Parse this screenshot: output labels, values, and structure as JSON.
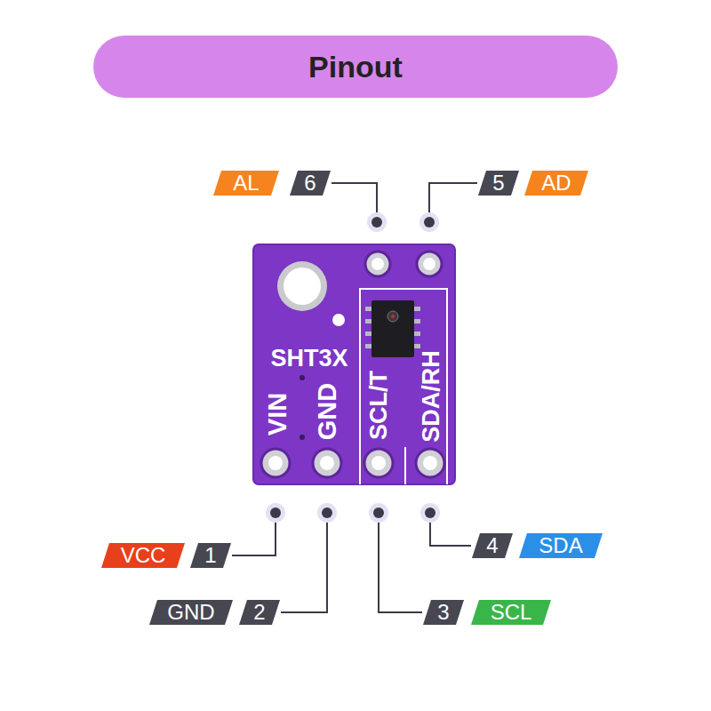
{
  "diagram": {
    "title": "Pinout",
    "labels": [
      "AL",
      "6",
      "5",
      "AD",
      "SHT3X",
      "VIN",
      "GND",
      "SCL/T",
      "SDA/RH",
      "VCC",
      "1",
      "GND",
      "2",
      "3",
      "SCL",
      "4",
      "SDA"
    ]
  }
}
